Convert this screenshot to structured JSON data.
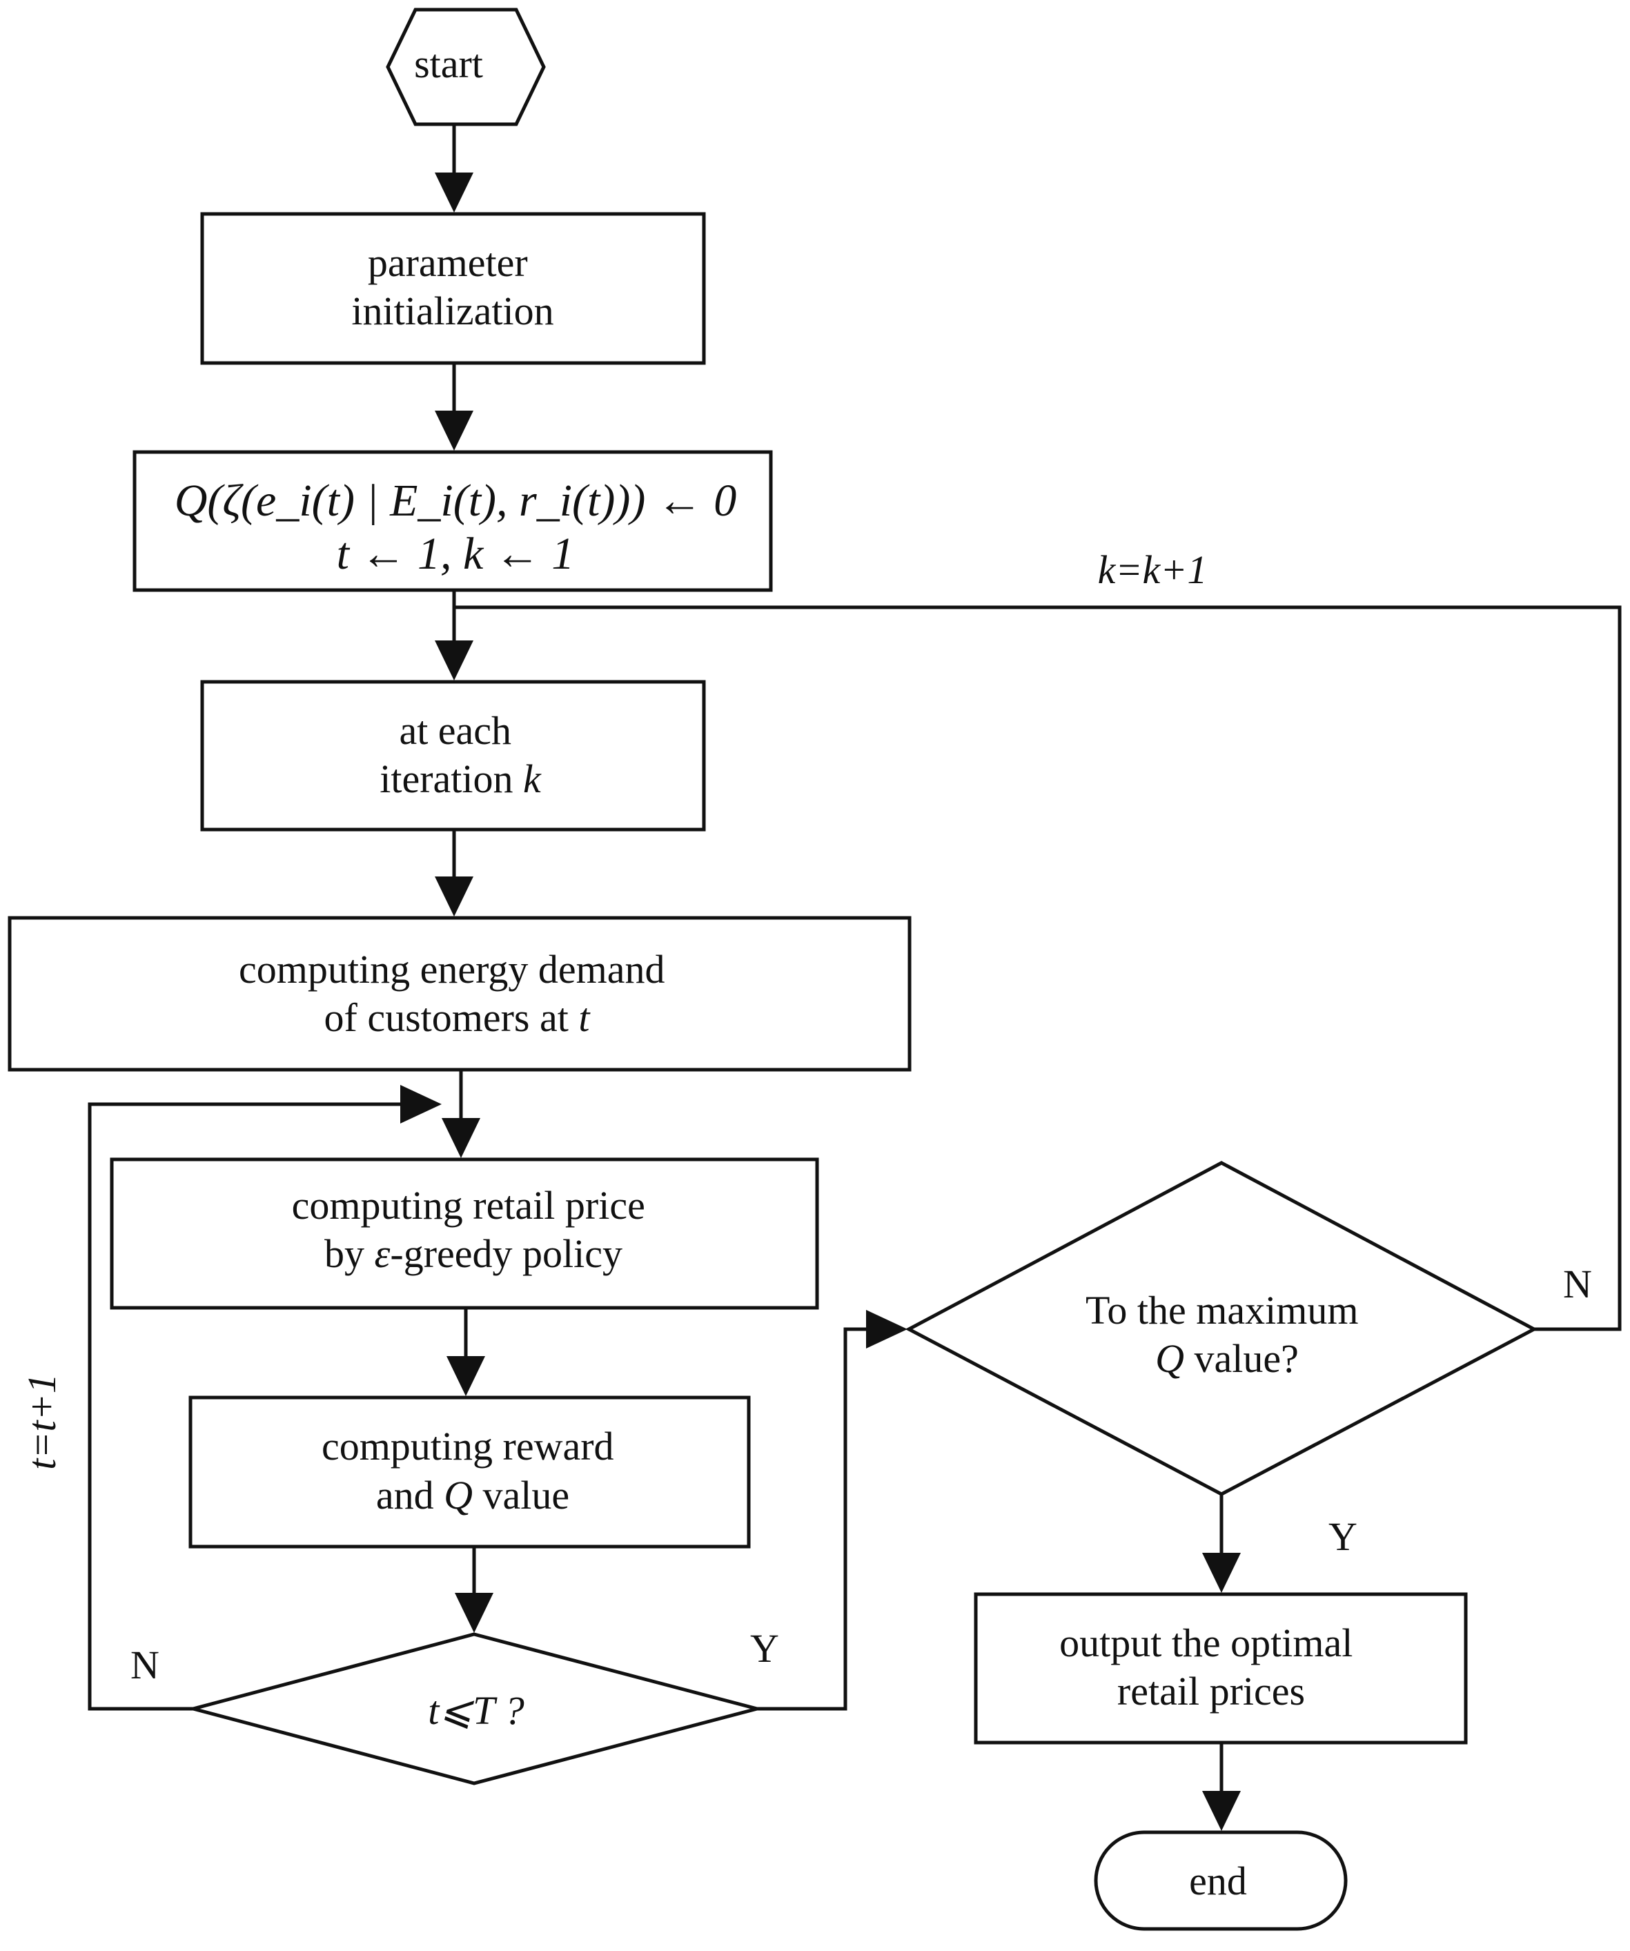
{
  "nodes": {
    "start": "start",
    "param_line1": "parameter",
    "param_line2": "initialization",
    "init_q_text": "Q(ζ(e_i(t) | E_i(t), r_i(t))) ← 0",
    "init_tk_text": "t ← 1, k ← 1",
    "iter_line1": "at each",
    "iter_line2_prefix": "iteration ",
    "iter_line2_var": "k",
    "demand_line1": "computing energy demand",
    "demand_line2_prefix": "of customers at ",
    "demand_line2_var": "t",
    "price_line1": "computing retail price",
    "price_line2_prefix": "by ",
    "price_line2_var": "ε",
    "price_line2_suffix": "-greedy policy",
    "reward_line1": "computing reward",
    "reward_line2_prefix": "and ",
    "reward_line2_var": "Q",
    "reward_line2_suffix": " value",
    "cond_t": "t⩽T ?",
    "cond_q_line1": "To the maximum",
    "cond_q_line2_var": "Q",
    "cond_q_line2_suffix": " value?",
    "output_line1": "output the optimal",
    "output_line2": "retail prices",
    "end": "end"
  },
  "edge_labels": {
    "k_update": "k=k+1",
    "t_update": "t=t+1",
    "t_no": "N",
    "t_yes": "Y",
    "q_no": "N",
    "q_yes": "Y"
  }
}
